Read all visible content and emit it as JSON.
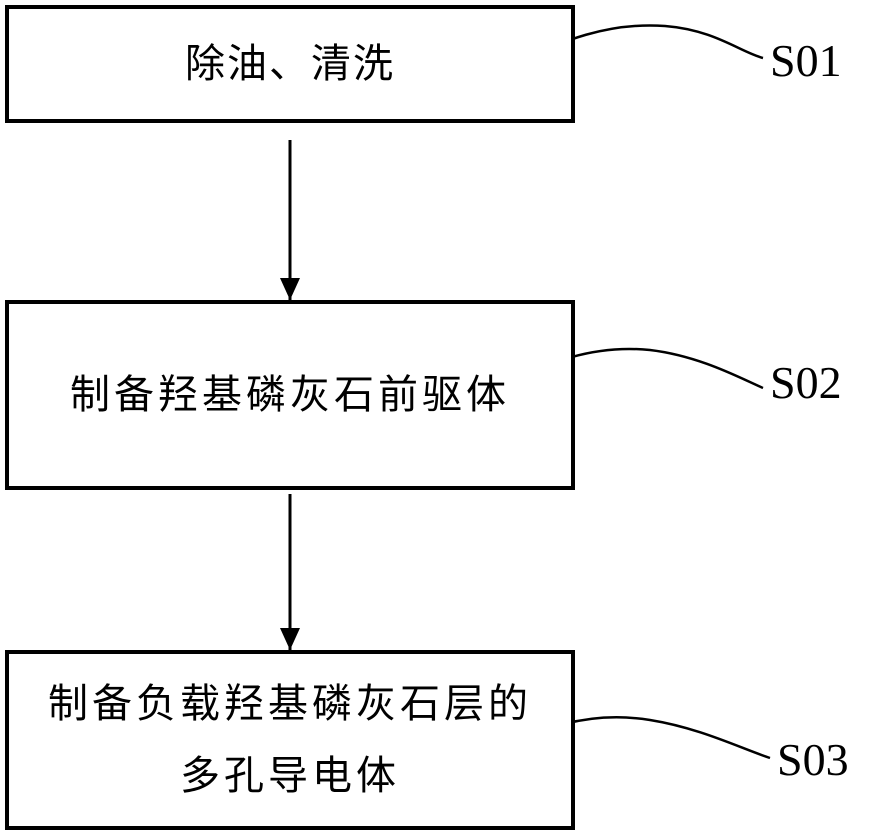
{
  "steps": [
    {
      "text": "除油、清洗",
      "label": "S01"
    },
    {
      "text": "制备羟基磷灰石前驱体",
      "label": "S02"
    },
    {
      "text": "制备负载羟基磷灰石层的多孔导电体",
      "label": "S03"
    }
  ],
  "colors": {
    "stroke": "#000000",
    "background": "#ffffff"
  }
}
